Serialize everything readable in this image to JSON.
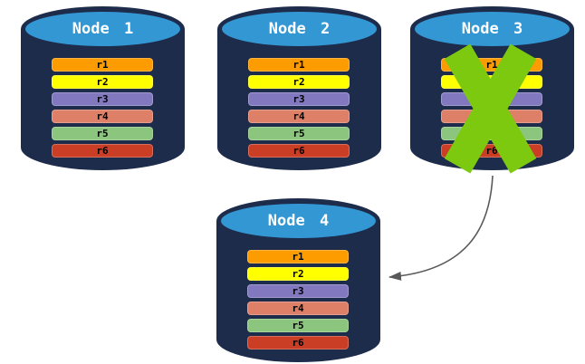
{
  "diagram": {
    "colors": {
      "background": "#ffffff",
      "cylinder_body": "#1e2c4c",
      "cylinder_top": "#3397d4",
      "node_title_text": "#ffffff",
      "row_label_text": "#000000",
      "failure_x": "#7cc90f",
      "arrow": "#595959"
    },
    "rows": [
      {
        "label": "r1",
        "color": "#fc9c00"
      },
      {
        "label": "r2",
        "color": "#ffff00"
      },
      {
        "label": "r3",
        "color": "#8278bf"
      },
      {
        "label": "r4",
        "color": "#de7f68"
      },
      {
        "label": "r5",
        "color": "#8cc57d"
      },
      {
        "label": "r6",
        "color": "#c93e24"
      }
    ],
    "nodes": [
      {
        "id": "node-1",
        "title": "Node 1",
        "failed": false
      },
      {
        "id": "node-2",
        "title": "Node 2",
        "failed": false
      },
      {
        "id": "node-3",
        "title": "Node 3",
        "failed": true
      },
      {
        "id": "node-4",
        "title": "Node 4",
        "failed": false
      }
    ],
    "annotations": {
      "failure_x_on": "Node 3",
      "arrow_from": "Node 3",
      "arrow_to": "Node 4"
    }
  }
}
